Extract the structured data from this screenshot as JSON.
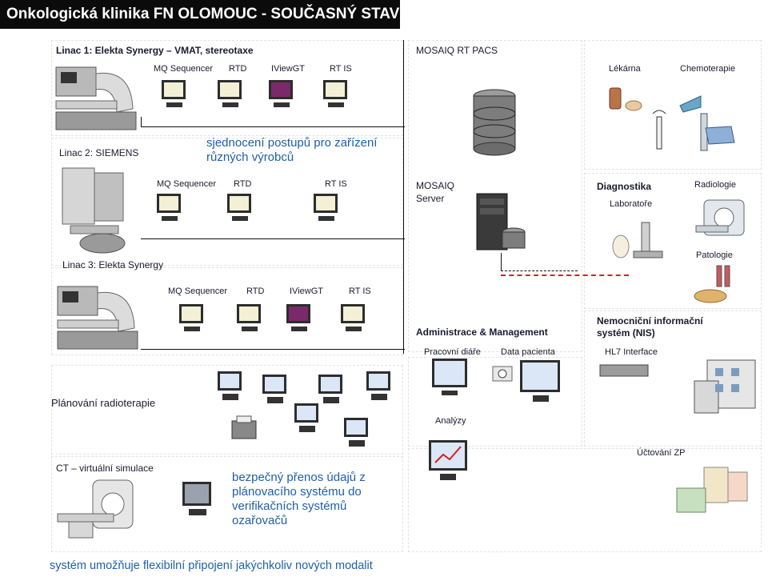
{
  "title": "Onkologická klinika FN  OLOMOUC  -  SOUČASNÝ  STAV",
  "linac1": {
    "label": "Linac 1: Elekta Synergy – VMAT, stereotaxe",
    "apps": [
      "MQ Sequencer",
      "RTD",
      "IViewGT",
      "RT IS"
    ]
  },
  "linac2": {
    "label": "Linac 2: SIEMENS",
    "note": "sjednocení postupů pro zařízení různých výrobců",
    "apps": [
      "MQ Sequencer",
      "RTD",
      "RT IS"
    ]
  },
  "linac3": {
    "label": "Linac 3: Elekta Synergy",
    "apps": [
      "MQ Sequencer",
      "RTD",
      "IViewGT",
      "RT IS"
    ]
  },
  "mosaiq_pacs": "MOSAIQ  RT PACS",
  "mosaiq_server": "MOSAIQ Server",
  "pharmacy": "Lékárna",
  "chemo": "Chemoterapie",
  "diagnostics": "Diagnostika",
  "labs": "Laboratoře",
  "radiology": "Radiologie",
  "pathology": "Patologie",
  "admin": {
    "label": "Administrace & Management",
    "diary": "Pracovní diáře",
    "patient_data": "Data pacienta",
    "analyses": "Analýzy"
  },
  "nis": {
    "label": "Nemocniční informační systém  (NIS)",
    "hl7": "HL7 Interface",
    "insurance": "Účtování ZP"
  },
  "planning": "Plánování radioterapie",
  "ct_sim": "CT – virtuální simulace",
  "transfer_note": "bezpečný přenos údajů z plánovacího systému do verifikačních systémů ozařovačů",
  "footer_note": "systém umožňuje flexibilní připojení jakýchkoliv  nových modalit",
  "colors": {
    "accent_blue": "#1f5fa8",
    "title_bg": "#0b0b0b",
    "link_red": "#d41f1f"
  }
}
